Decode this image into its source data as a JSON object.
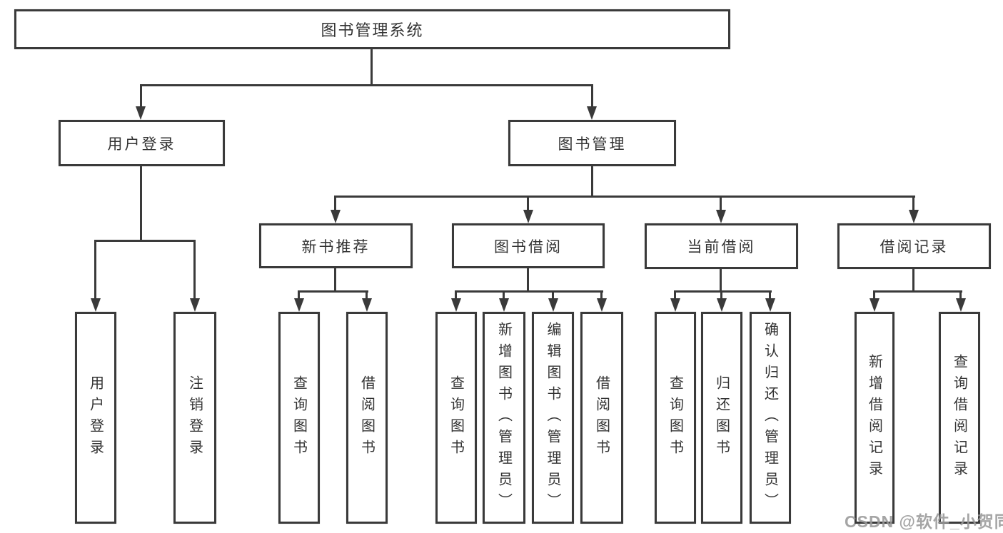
{
  "root": {
    "label": "图书管理系统"
  },
  "branches": {
    "user_login": {
      "label": "用户登录",
      "children": [
        {
          "label": "用户登录"
        },
        {
          "label": "注销登录"
        }
      ]
    },
    "book_management": {
      "label": "图书管理",
      "sections": [
        {
          "label": "新书推荐",
          "children": [
            {
              "label": "查询图书"
            },
            {
              "label": "借阅图书"
            }
          ]
        },
        {
          "label": "图书借阅",
          "children": [
            {
              "label": "查询图书"
            },
            {
              "label": "新增图书（管理员）"
            },
            {
              "label": "编辑图书（管理员）"
            },
            {
              "label": "借阅图书"
            }
          ]
        },
        {
          "label": "当前借阅",
          "children": [
            {
              "label": "查询图书"
            },
            {
              "label": "归还图书"
            },
            {
              "label": "确认归还（管理员）"
            }
          ]
        },
        {
          "label": "借阅记录",
          "children": [
            {
              "label": "新增借阅记录"
            },
            {
              "label": "查询借阅记录"
            }
          ]
        }
      ]
    }
  },
  "watermark": "CSDN @软件_小贺同学",
  "colors": {
    "line": "#3a3a3a",
    "text": "#333333",
    "background": "#ffffff",
    "watermark": "#989898"
  }
}
